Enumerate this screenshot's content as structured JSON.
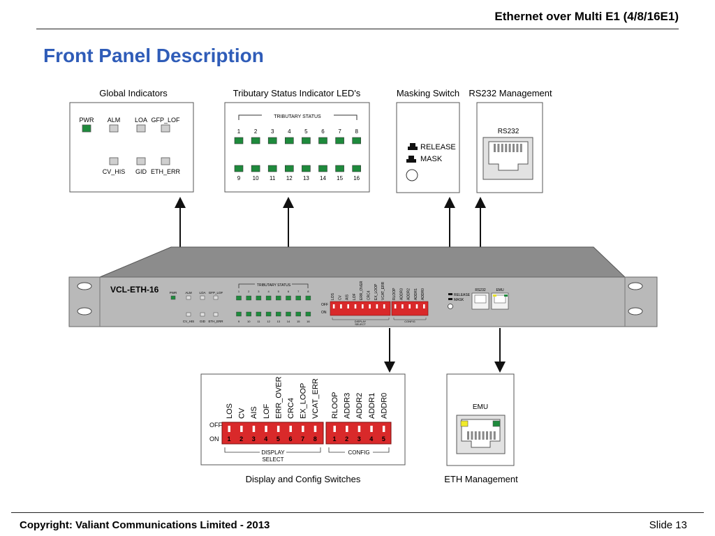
{
  "slide_title": "Ethernet over Multi E1 (4/8/16E1)",
  "heading": "Front Panel Description",
  "footer": {
    "copyright": "Copyright: Valiant Communications Limited - 2013",
    "slide_number": "Slide 13"
  },
  "colors": {
    "heading": "#2f5cb8",
    "led_green": "#1e8a3c",
    "led_gray": "#cfcfcf",
    "switch_red": "#d9292a",
    "chassis_front": "#b9b9b9",
    "chassis_top": "#8a8a8a"
  },
  "panels": {
    "global_indicators": {
      "caption": "Global Indicators",
      "top_labels": [
        "PWR",
        "ALM",
        "LOA",
        "GFP_LOF"
      ],
      "bottom_labels": [
        "CV_HIS",
        "GID",
        "ETH_ERR"
      ]
    },
    "tributary": {
      "caption": "Tributary Status Indicator LED's",
      "bracket_label": "TRIBUTARY STATUS",
      "top_numbers": [
        "1",
        "2",
        "3",
        "4",
        "5",
        "6",
        "7",
        "8"
      ],
      "bottom_numbers": [
        "9",
        "10",
        "11",
        "12",
        "13",
        "14",
        "15",
        "16"
      ]
    },
    "masking": {
      "caption": "Masking Switch",
      "release": "RELEASE",
      "mask": "MASK"
    },
    "rs232": {
      "caption": "RS232 Management",
      "port_label": "RS232"
    },
    "switches": {
      "caption": "Display and Config Switches",
      "display_labels": [
        "LOS",
        "CV",
        "AIS",
        "LOF",
        "ERR_OVER",
        "CRC4",
        "EX_LOOP",
        "VCAT_ERR"
      ],
      "display_numbers": [
        "1",
        "2",
        "3",
        "4",
        "5",
        "6",
        "7",
        "8"
      ],
      "config_labels": [
        "RLOOP",
        "ADDR3",
        "ADDR2",
        "ADDR1",
        "ADDR0"
      ],
      "config_numbers": [
        "1",
        "2",
        "3",
        "4",
        "5"
      ],
      "off": "OFF",
      "on": "ON",
      "display_group_line1": "DISPLAY",
      "display_group_line2": "SELECT",
      "config_group": "CONFIG"
    },
    "eth": {
      "caption": "ETH Management",
      "port_label": "EMU"
    }
  },
  "device": {
    "model": "VCL-ETH-16",
    "global_top": [
      "PWR",
      "ALM",
      "LOA",
      "GFP_LOF"
    ],
    "global_bottom": [
      "CV_HIS",
      "GID",
      "ETH_ERR"
    ],
    "trib_label": "TRIBUTARY STATUS",
    "trib_top": [
      "1",
      "2",
      "3",
      "4",
      "5",
      "6",
      "7",
      "8"
    ],
    "trib_bottom": [
      "9",
      "10",
      "11",
      "12",
      "13",
      "14",
      "15",
      "16"
    ],
    "switch_labels": [
      "LOS",
      "CV",
      "AIS",
      "LOF",
      "ERR_OVER",
      "CRC4",
      "EX_LOOP",
      "VCAT_ERR"
    ],
    "config_labels": [
      "RLOOP",
      "ADDR3",
      "ADDR2",
      "ADDR1",
      "ADDR0"
    ],
    "off": "OFF",
    "on": "ON",
    "display_line1": "DISPLAY",
    "display_line2": "SELECT",
    "config": "CONFIG",
    "release": "RELEASE",
    "mask": "MASK",
    "rs232": "RS232",
    "emu": "EMU"
  }
}
